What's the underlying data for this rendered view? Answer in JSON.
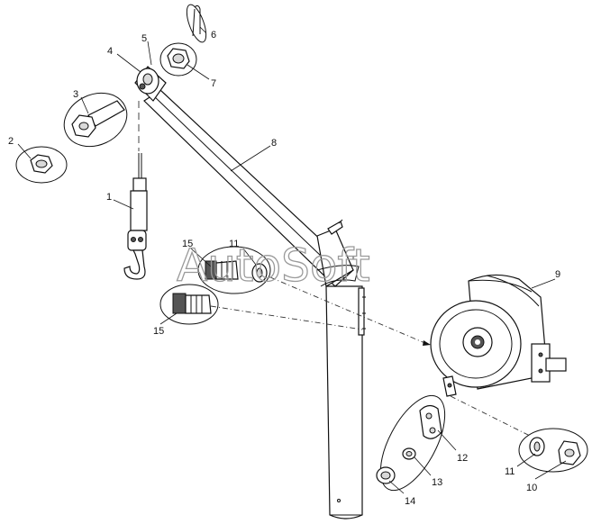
{
  "watermark": "AutoSoft",
  "callouts": [
    {
      "id": "c1",
      "text": "1"
    },
    {
      "id": "c2",
      "text": "2"
    },
    {
      "id": "c3",
      "text": "3"
    },
    {
      "id": "c4",
      "text": "4"
    },
    {
      "id": "c5",
      "text": "5"
    },
    {
      "id": "c6",
      "text": "6"
    },
    {
      "id": "c7",
      "text": "7"
    },
    {
      "id": "c8",
      "text": "8"
    },
    {
      "id": "c9",
      "text": "9"
    },
    {
      "id": "c10",
      "text": "10"
    },
    {
      "id": "c11a",
      "text": "11"
    },
    {
      "id": "c11b",
      "text": "11"
    },
    {
      "id": "c12",
      "text": "12"
    },
    {
      "id": "c13",
      "text": "13"
    },
    {
      "id": "c14",
      "text": "14"
    },
    {
      "id": "c15a",
      "text": "15"
    },
    {
      "id": "c15b",
      "text": "15"
    }
  ]
}
